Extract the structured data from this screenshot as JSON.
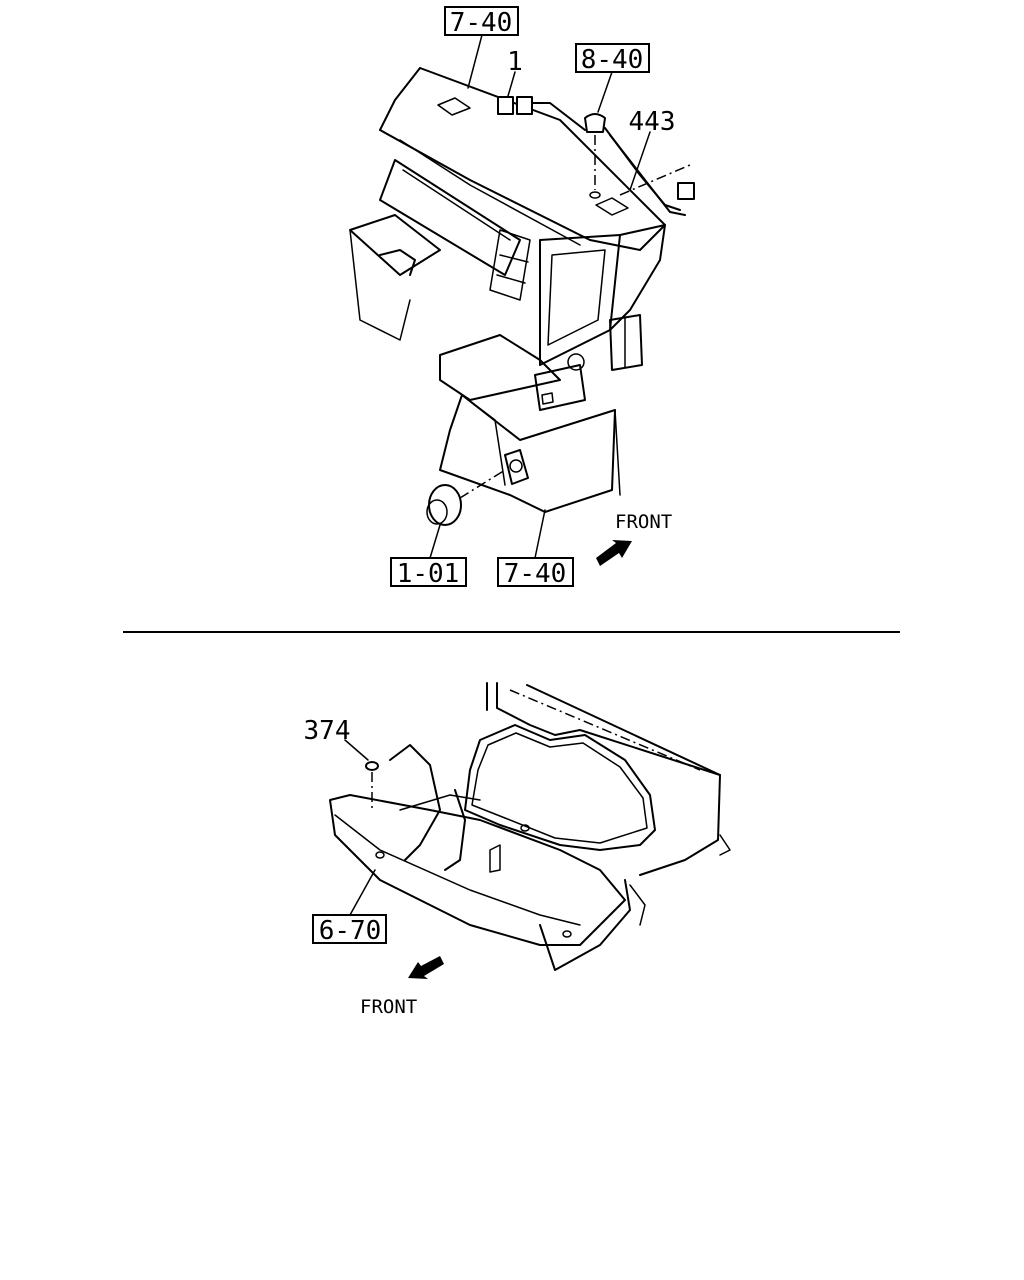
{
  "top_diagram": {
    "callouts": {
      "ref_top": "7-40",
      "part_1": "1",
      "ref_8_40": "8-40",
      "part_443": "443",
      "ref_1_01": "1-01",
      "ref_bottom": "7-40"
    },
    "direction_label": "FRONT"
  },
  "bottom_diagram": {
    "callouts": {
      "part_374": "374",
      "ref_6_70": "6-70"
    },
    "direction_label": "FRONT"
  }
}
